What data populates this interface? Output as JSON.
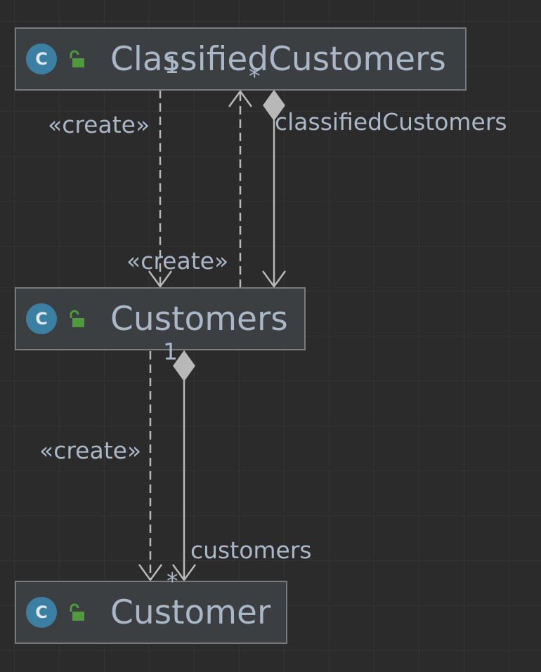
{
  "classes": {
    "classified_customers": {
      "name": "ClassifiedCustomers",
      "kind_icon": "class-c-icon",
      "visibility_icon": "public-unlock-icon"
    },
    "customers": {
      "name": "Customers",
      "kind_icon": "class-c-icon",
      "visibility_icon": "public-unlock-icon"
    },
    "customer": {
      "name": "Customer",
      "kind_icon": "class-c-icon",
      "visibility_icon": "public-unlock-icon"
    }
  },
  "class_icon_letter": "C",
  "relations": {
    "create_cc_to_customers": {
      "label": "«create»",
      "type": "dependency"
    },
    "create_customers_to_cc": {
      "label": "«create»",
      "type": "dependency"
    },
    "composition_cc_customers": {
      "role": "classifiedCustomers",
      "source_multiplicity": "1",
      "target_multiplicity": "*",
      "type": "composition"
    },
    "create_customers_to_customer": {
      "label": "«create»",
      "type": "dependency"
    },
    "composition_customers_customer": {
      "role": "customers",
      "source_multiplicity": "1",
      "target_multiplicity": "*",
      "type": "composition"
    }
  },
  "colors": {
    "background": "#2b2b2b",
    "box_fill": "#3c3f41",
    "box_border": "#7a7a7a",
    "text": "#a9b7c6",
    "edge": "#b8b8b8",
    "class_icon": "#3b7fa3",
    "lock_icon": "#4f9a3a"
  }
}
